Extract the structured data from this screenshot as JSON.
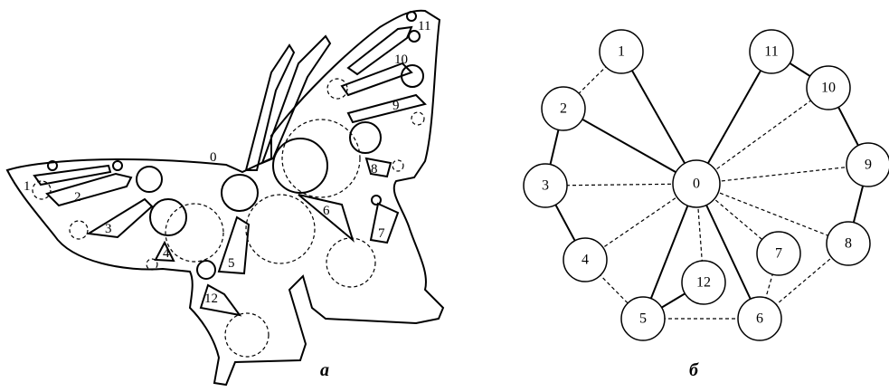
{
  "figure_a": {
    "caption": "а",
    "region_labels": [
      "0",
      "1",
      "2",
      "3",
      "4",
      "5",
      "6",
      "7",
      "8",
      "9",
      "10",
      "11",
      "12"
    ]
  },
  "figure_b": {
    "caption": "б",
    "nodes": [
      {
        "id": "0"
      },
      {
        "id": "1"
      },
      {
        "id": "2"
      },
      {
        "id": "3"
      },
      {
        "id": "4"
      },
      {
        "id": "5"
      },
      {
        "id": "6"
      },
      {
        "id": "7"
      },
      {
        "id": "8"
      },
      {
        "id": "9"
      },
      {
        "id": "10"
      },
      {
        "id": "11"
      },
      {
        "id": "12"
      }
    ],
    "edges_solid": [
      [
        "0",
        "1"
      ],
      [
        "0",
        "2"
      ],
      [
        "0",
        "5"
      ],
      [
        "0",
        "6"
      ],
      [
        "0",
        "11"
      ],
      [
        "2",
        "3"
      ],
      [
        "3",
        "4"
      ],
      [
        "5",
        "12"
      ],
      [
        "8",
        "9"
      ],
      [
        "9",
        "10"
      ],
      [
        "10",
        "11"
      ]
    ],
    "edges_dashed": [
      [
        "1",
        "2"
      ],
      [
        "0",
        "3"
      ],
      [
        "0",
        "4"
      ],
      [
        "0",
        "7"
      ],
      [
        "0",
        "8"
      ],
      [
        "0",
        "9"
      ],
      [
        "0",
        "10"
      ],
      [
        "0",
        "12"
      ],
      [
        "4",
        "5"
      ],
      [
        "5",
        "6"
      ],
      [
        "6",
        "7"
      ],
      [
        "6",
        "8"
      ]
    ]
  }
}
